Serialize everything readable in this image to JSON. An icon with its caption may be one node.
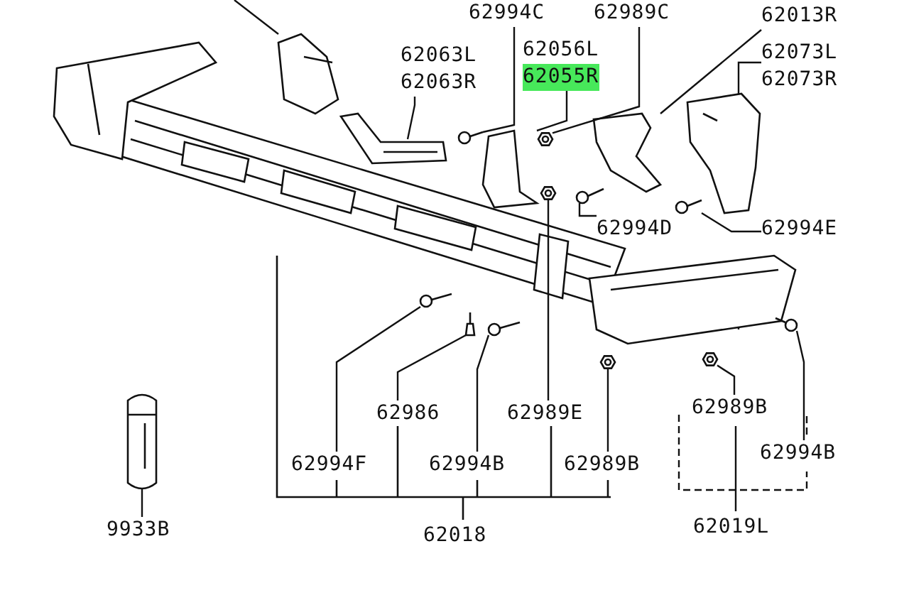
{
  "diagram": {
    "nodes": [
      {
        "text": [
          "62994C"
        ]
      },
      {
        "text": [
          "62989C"
        ]
      },
      {
        "text": [
          "62013R"
        ]
      },
      {
        "text": [
          "62056L",
          "62055R"
        ]
      },
      {
        "text": [
          "62063L",
          "62063R"
        ]
      },
      {
        "text": [
          "62073L",
          "62073R"
        ]
      },
      {
        "text": [
          "62994D"
        ]
      },
      {
        "text": [
          "62994E"
        ]
      },
      {
        "text": [
          "62986"
        ]
      },
      {
        "text": [
          "62989E"
        ]
      },
      {
        "text": [
          "62994F"
        ]
      },
      {
        "text": [
          "62994B"
        ]
      },
      {
        "text": [
          "62989B"
        ]
      },
      {
        "text": [
          "62989B"
        ]
      },
      {
        "text": [
          "62994B"
        ]
      },
      {
        "text": [
          "62018"
        ]
      },
      {
        "text": [
          "62019L"
        ]
      },
      {
        "text": [
          "9933B"
        ]
      },
      {
        "text": [],
        "shape": "picture"
      },
      {
        "text": [],
        "shape": "picture"
      },
      {
        "text": [],
        "shape": "picture"
      },
      {
        "text": [],
        "shape": "picture"
      },
      {
        "text": [],
        "shape": "picture"
      },
      {
        "text": [],
        "shape": "picture"
      },
      {
        "text": [],
        "shape": "picture"
      },
      {
        "text": [],
        "shape": "picture"
      },
      {
        "text": [],
        "shape": "picture"
      },
      {
        "text": [],
        "shape": "picture"
      },
      {
        "text": [],
        "shape": "picture"
      },
      {
        "text": [],
        "shape": "picture"
      },
      {
        "text": [],
        "shape": "picture"
      },
      {
        "text": [],
        "shape": "picture"
      },
      {
        "text": [],
        "shape": "picture"
      },
      {
        "text": [],
        "shape": "picture"
      },
      {
        "text": [],
        "shape": "picture"
      },
      {
        "text": [],
        "shape": "picture"
      },
      {
        "text": [],
        "shape": "picture"
      },
      {
        "text": [],
        "shape": "picture"
      }
    ],
    "edges": [
      {
        "from": 0,
        "to": 25,
        "arrow": "none"
      },
      {
        "from": 1,
        "to": 26,
        "arrow": "none"
      },
      {
        "from": 2,
        "to": 23,
        "arrow": "none"
      },
      {
        "from": 3,
        "to": 22,
        "arrow": "none"
      },
      {
        "from": 4,
        "to": 21,
        "arrow": "none"
      },
      {
        "from": 5,
        "to": 24,
        "arrow": "none"
      },
      {
        "from": 6,
        "to": 27,
        "arrow": "none"
      },
      {
        "from": 7,
        "to": 28,
        "arrow": "none"
      },
      {
        "from": 8,
        "to": 30,
        "arrow": "none"
      },
      {
        "from": 9,
        "to": 32,
        "arrow": "none"
      },
      {
        "from": 10,
        "to": 29,
        "arrow": "none"
      },
      {
        "from": 11,
        "to": 31,
        "arrow": "none"
      },
      {
        "from": 12,
        "to": 33,
        "arrow": "none"
      },
      {
        "from": 13,
        "to": 34,
        "arrow": "none"
      },
      {
        "from": 14,
        "to": 35,
        "arrow": "none"
      },
      {
        "from": 17,
        "to": 36,
        "arrow": "none"
      },
      {
        "from": null,
        "to": 37,
        "arrow": "none"
      }
    ]
  }
}
